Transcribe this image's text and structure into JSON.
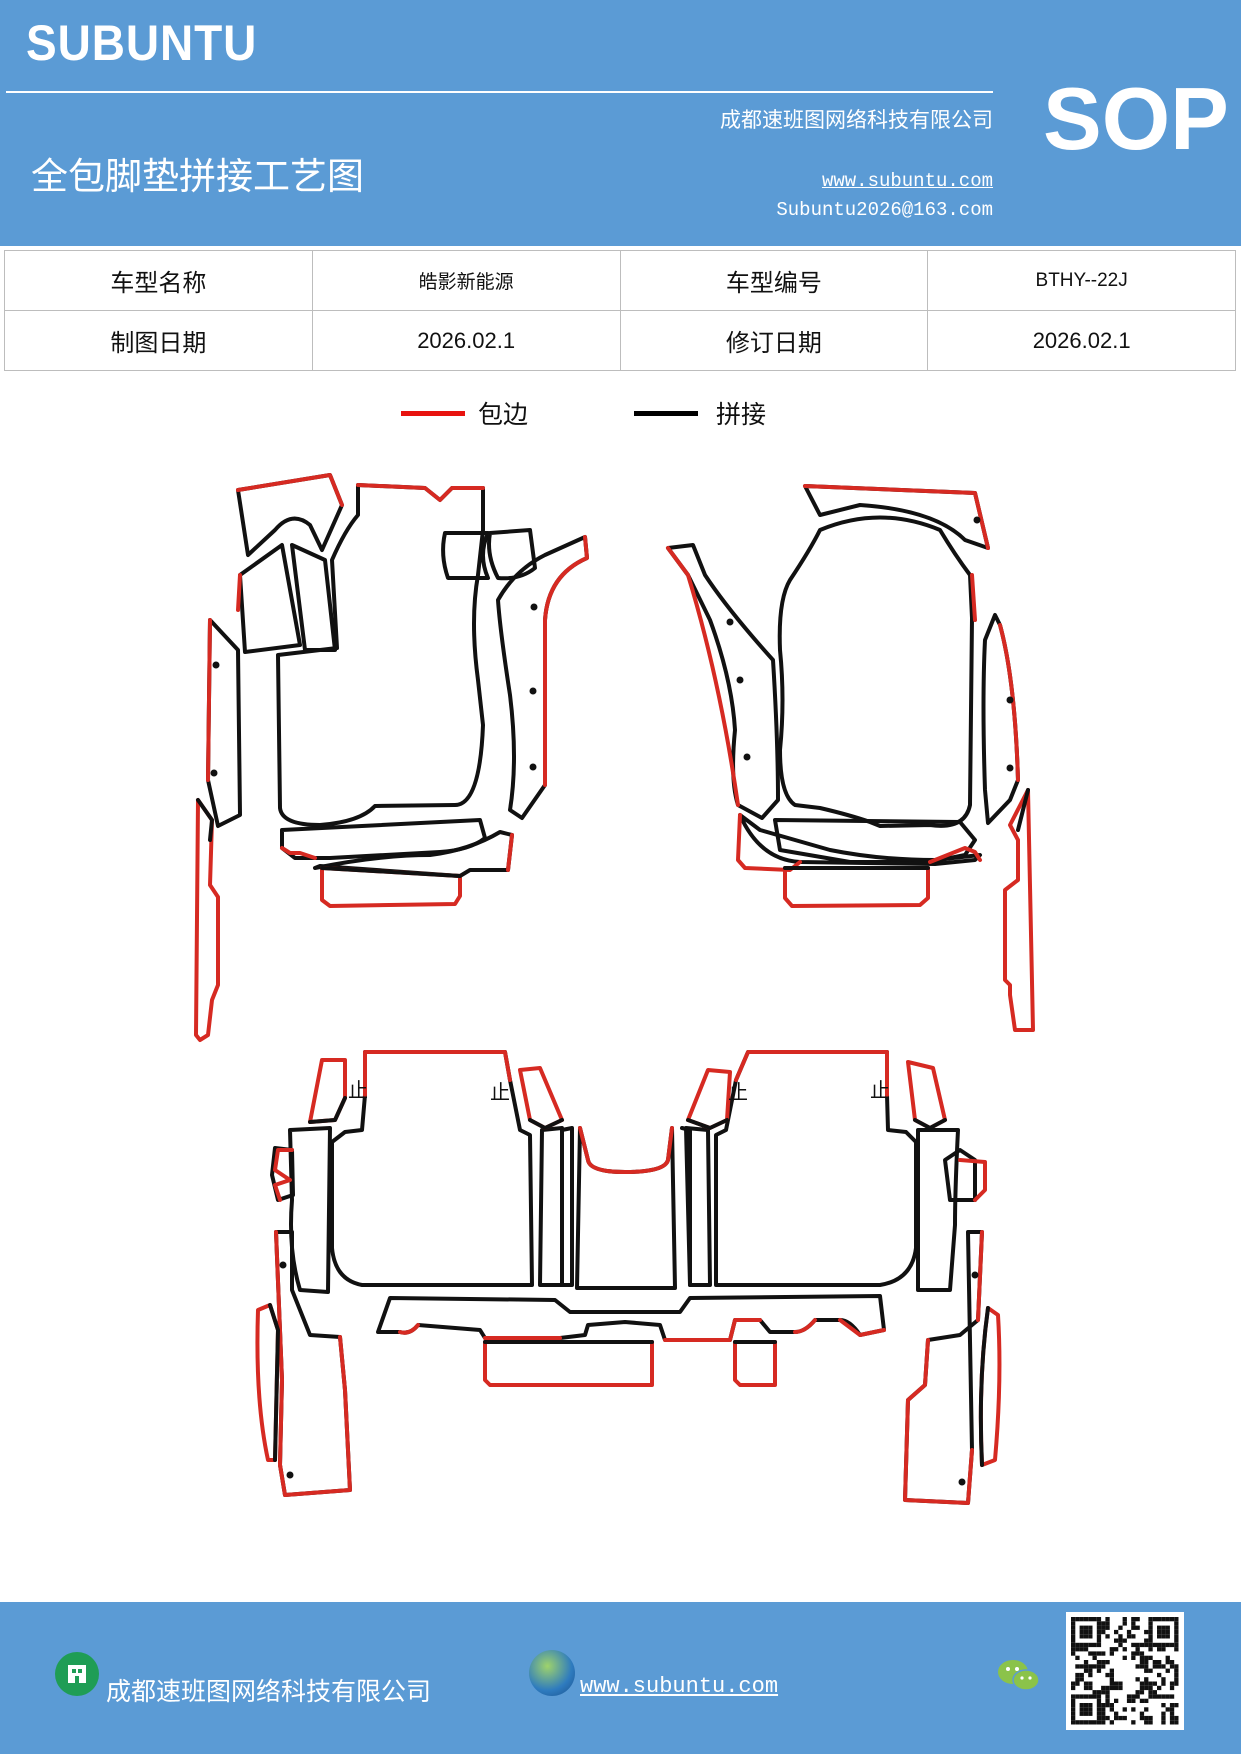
{
  "header": {
    "brand": "SUBUNTU",
    "company": "成都速班图网络科技有限公司",
    "title": "全包脚垫拼接工艺图",
    "website": "www.subuntu.com",
    "email": "Subuntu2026@163.com",
    "badge": "SOP",
    "background_color": "#5b9bd5"
  },
  "info_table": {
    "rows": [
      {
        "label1": "车型名称",
        "value1": "皓影新能源",
        "label2": "车型编号",
        "value2": "BTHY--22J"
      },
      {
        "label1": "制图日期",
        "value1": "2026.02.1",
        "label2": "修订日期",
        "value2": "2026.02.1"
      }
    ]
  },
  "legend": {
    "items": [
      {
        "label": "包边",
        "color": "#e8130f"
      },
      {
        "label": "拼接",
        "color": "#000000"
      }
    ]
  },
  "diagram": {
    "marker_glyph": "止",
    "edge_color": "#d62a22",
    "seam_color": "#111111"
  },
  "footer": {
    "company": "成都速班图网络科技有限公司",
    "website": "www.subuntu.com ",
    "icons": [
      "building-icon",
      "globe-icon",
      "wechat-icon",
      "qr-code"
    ]
  }
}
